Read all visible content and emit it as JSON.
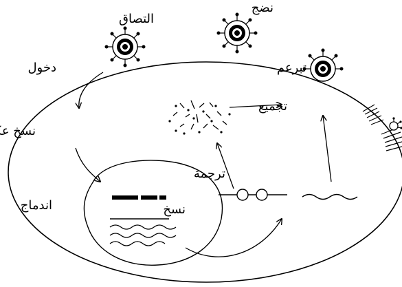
{
  "labels": {
    "attachment": "التصاق",
    "maturation": "نضج",
    "budding": "تبرعم",
    "entry": "دخول",
    "reverse_transcription": "نسخ عكسي",
    "integration": "اندماج",
    "transcription": "نسخ",
    "translation": "ترجمة",
    "assembly": "تجميع"
  },
  "colors": {
    "ink": "#000000",
    "background": "#ffffff"
  }
}
